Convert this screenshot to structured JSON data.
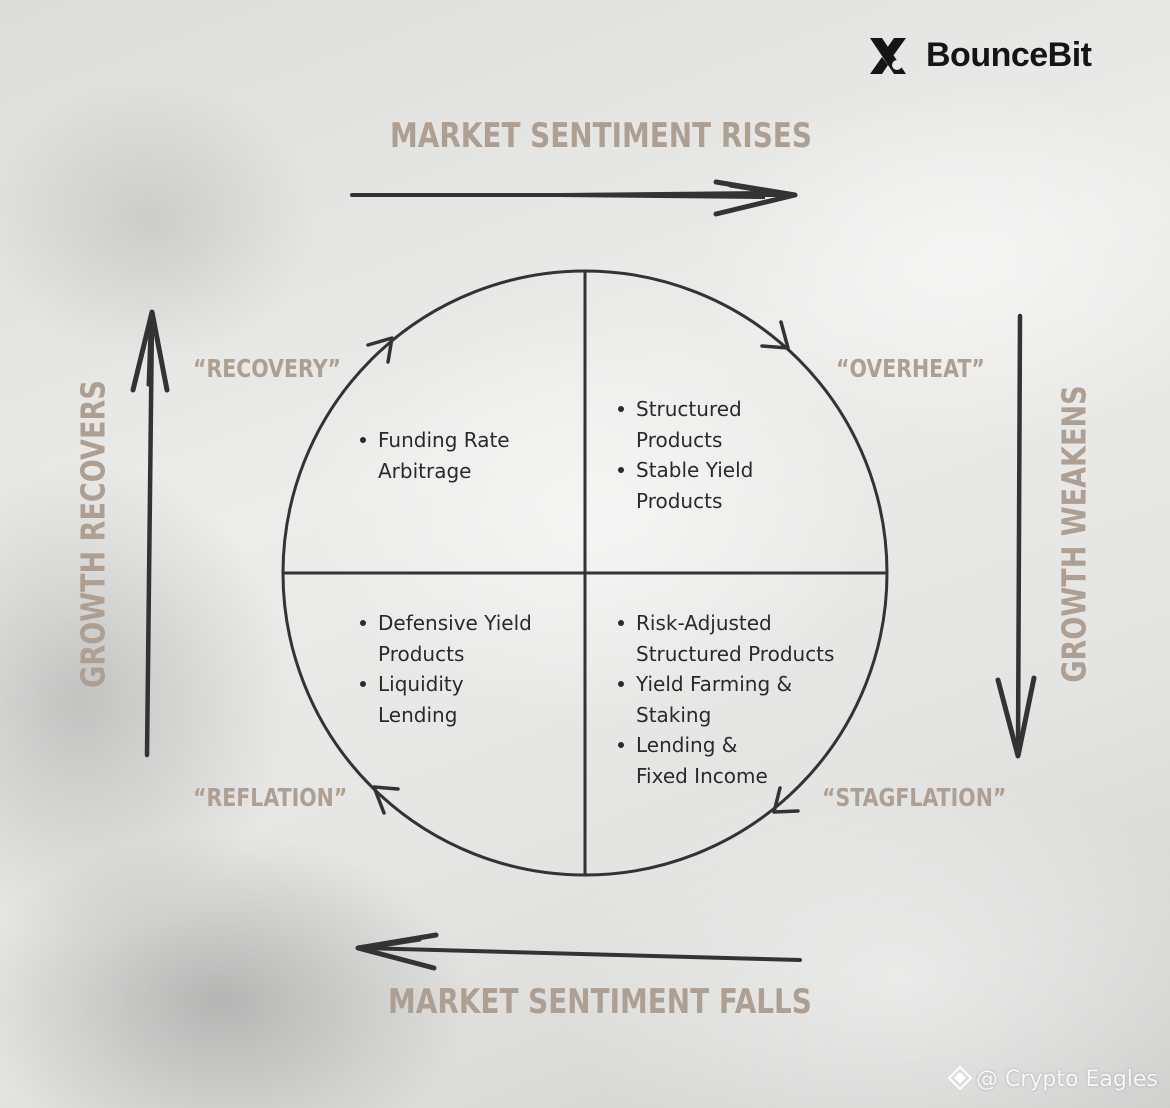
{
  "brand": {
    "name": "BounceBit",
    "logo_icon": "bouncebit-logo-icon",
    "text_color": "#151515"
  },
  "axes": {
    "top": "MARKET SENTIMENT RISES",
    "bottom": "MARKET SENTIMENT FALLS",
    "left": "GROWTH RECOVERS",
    "right": "GROWTH WEAKENS"
  },
  "phases": {
    "recovery": "“RECOVERY”",
    "overheat": "“OVERHEAT”",
    "reflation": "“REFLATION”",
    "stagflation": "“STAGFLATION”"
  },
  "quadrants": {
    "top_left": [
      "Funding Rate\nArbitrage"
    ],
    "top_right": [
      "Structured\nProducts",
      "Stable Yield\nProducts"
    ],
    "bottom_left": [
      "Defensive Yield\nProducts",
      "Liquidity\nLending"
    ],
    "bottom_right": [
      "Risk-Adjusted\nStructured Products",
      "Yield Farming &\nStaking",
      "Lending &\nFixed Income"
    ]
  },
  "watermark": {
    "text": "@ Crypto Eagles",
    "icon": "diamond-logo-icon"
  },
  "colors": {
    "label": "#ad9f91",
    "line": "#333333",
    "text": "#2a2a2a"
  }
}
